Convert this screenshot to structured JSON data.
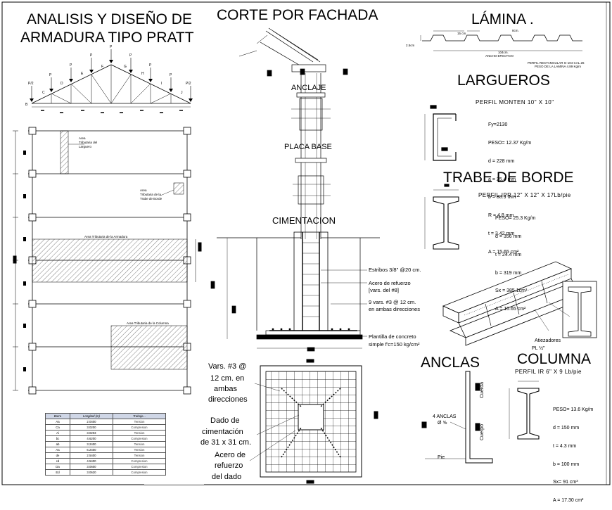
{
  "titles": {
    "truss_line1": "ANALISIS Y DISEÑO DE",
    "truss_line2": "ARMADURA TIPO PRATT",
    "section": "CORTE POR FACHADA",
    "sheet": "LÁMINA .",
    "purlins": "LARGUEROS",
    "edge_beam": "TRABE DE BORDE",
    "anchors": "ANCLAS",
    "column": "COLUMNA"
  },
  "lamina": {
    "dim_15": "15 cm.",
    "dim_8": "8cm.",
    "dim_2": "2.5cm",
    "dim_104": "104cm.",
    "ancho": "ANCHO EFECTIVO",
    "perfil": "PERFIL RECTANGULAR G-104 CAL.26",
    "peso": "PESO DE LA LAMINA 4.89 Kg/m"
  },
  "largueros": {
    "profile": "PERFIL MONTEN 10\" X 10\"",
    "specs": [
      "Fy=2130",
      "PESO= 12.37 Kg/m",
      "d = 228 mm",
      "a = 25.4 mm",
      "b = 88.9 mm",
      "R = 4.8 mm",
      "t = 3.42 mm",
      "A = 15.65 cm²"
    ]
  },
  "trabe": {
    "profile": "PERFIL IPR 12\" X 12\" X 17Lb/pie",
    "specs": [
      "PESO= 25.3 Kg/m",
      "d = 356 mm",
      "t = 24.4 mm",
      "b = 319 mm",
      "Sx = 385.1cm³",
      "A = 15.65 cm²"
    ]
  },
  "columna": {
    "profile": "PERFIL IR 6\" X 9 Lb/pie",
    "specs": [
      "PESO= 13.6 Kg/m",
      "d = 150 mm",
      "t = 4.3 mm",
      "b = 100 mm",
      "Sx= 91 cm³",
      "A = 17.30 cm²"
    ]
  },
  "section_labels": {
    "anclaje": "ANCLAJE",
    "placa_base": "PLACA BASE",
    "cimentacion": "CIMENTACION",
    "estribos": "Estribos 3/8\" @20 cm.",
    "acero_1": "Acero de refuerzo",
    "acero_2": "[vars. del #8]",
    "vars9_1": "9 vars. #3 @ 12 cm.",
    "vars9_2": "en ambas direcciones",
    "plantilla_1": "Plantilla de concreto",
    "plantilla_2": "simple f'c=150 kg/cm²"
  },
  "plan_labels": {
    "vars_1": "Vars. #3 @",
    "vars_2": "12 cm. en",
    "vars_3": "ambas",
    "vars_4": "direcciones",
    "dado_1": "Dado de",
    "dado_2": "cimentación",
    "dado_3": "de 31 x 31 cm.",
    "acero_1": "Acero de",
    "acero_2": "refuerzo",
    "acero_3": "del dado"
  },
  "anchors_labels": {
    "cuatro": "4 ANCLAS",
    "diam": "Ø ⅝",
    "cuerda": "Cuerda",
    "cuerpo": "Cuerpo",
    "pie": "Pie"
  },
  "iso_labels": {
    "atiez": "Atiezadores",
    "pl": "PL ½\""
  },
  "plan_tributaries": {
    "larguero_1": "Area",
    "larguero_2": "Tributaria del",
    "larguero_3": "Larguero",
    "trabe_1": "Area",
    "trabe_2": "Tributaria de la",
    "trabe_3": "Trabe de Borde",
    "armadura": "Area Tributaria de la Armadura",
    "columna": "Area Tributaria de la Columna"
  },
  "truss_nodes": [
    "P/2",
    "P",
    "P",
    "P",
    "P",
    "P",
    "P",
    "P",
    "P/2",
    "B",
    "C",
    "D",
    "E",
    "F",
    "G",
    "H",
    "I",
    "J"
  ],
  "table": {
    "headers": [
      "Barra",
      "Longitud (m)",
      "Trabajo..."
    ],
    "rows": [
      [
        "Aa",
        "2.0400",
        "Tension"
      ],
      [
        "Ca",
        "3.0200",
        "Compresion"
      ],
      [
        "Ai",
        "3.0203",
        "Tension"
      ],
      [
        "bc",
        "4.6200",
        "Compresion"
      ],
      [
        "ab",
        "3.2400",
        "Tension"
      ],
      [
        "Aa",
        "6.2400",
        "Tension"
      ],
      [
        "de",
        "2.5400",
        "Tension"
      ],
      [
        "cd",
        "4.5400",
        "Compresion"
      ],
      [
        "Da",
        "3.0600",
        "Compresion"
      ],
      [
        "Ed",
        "3.0620",
        "Compresion"
      ]
    ]
  }
}
